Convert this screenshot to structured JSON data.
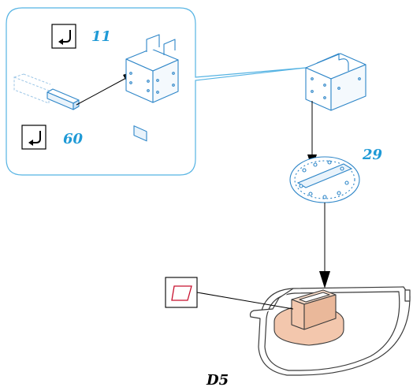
{
  "labels": {
    "detail_qty_top": "11",
    "detail_qty_bottom": "60",
    "main_qty": "29",
    "step_code": "D5"
  },
  "colors": {
    "accent_blue": "#1f9ad6",
    "part_blue": "#2e86c8",
    "pale_blue": "#e9f3fb",
    "callout_outline": "#55b3e3",
    "glue_red": "#c8102e",
    "base_gray": "#3a3a3a",
    "wood_fill": "#f3c7ad"
  },
  "icons": {
    "top_badge": "return-arrow-icon",
    "bottom_badge": "return-arrow-icon",
    "glue_badge": "glue-parallelogram-icon"
  }
}
